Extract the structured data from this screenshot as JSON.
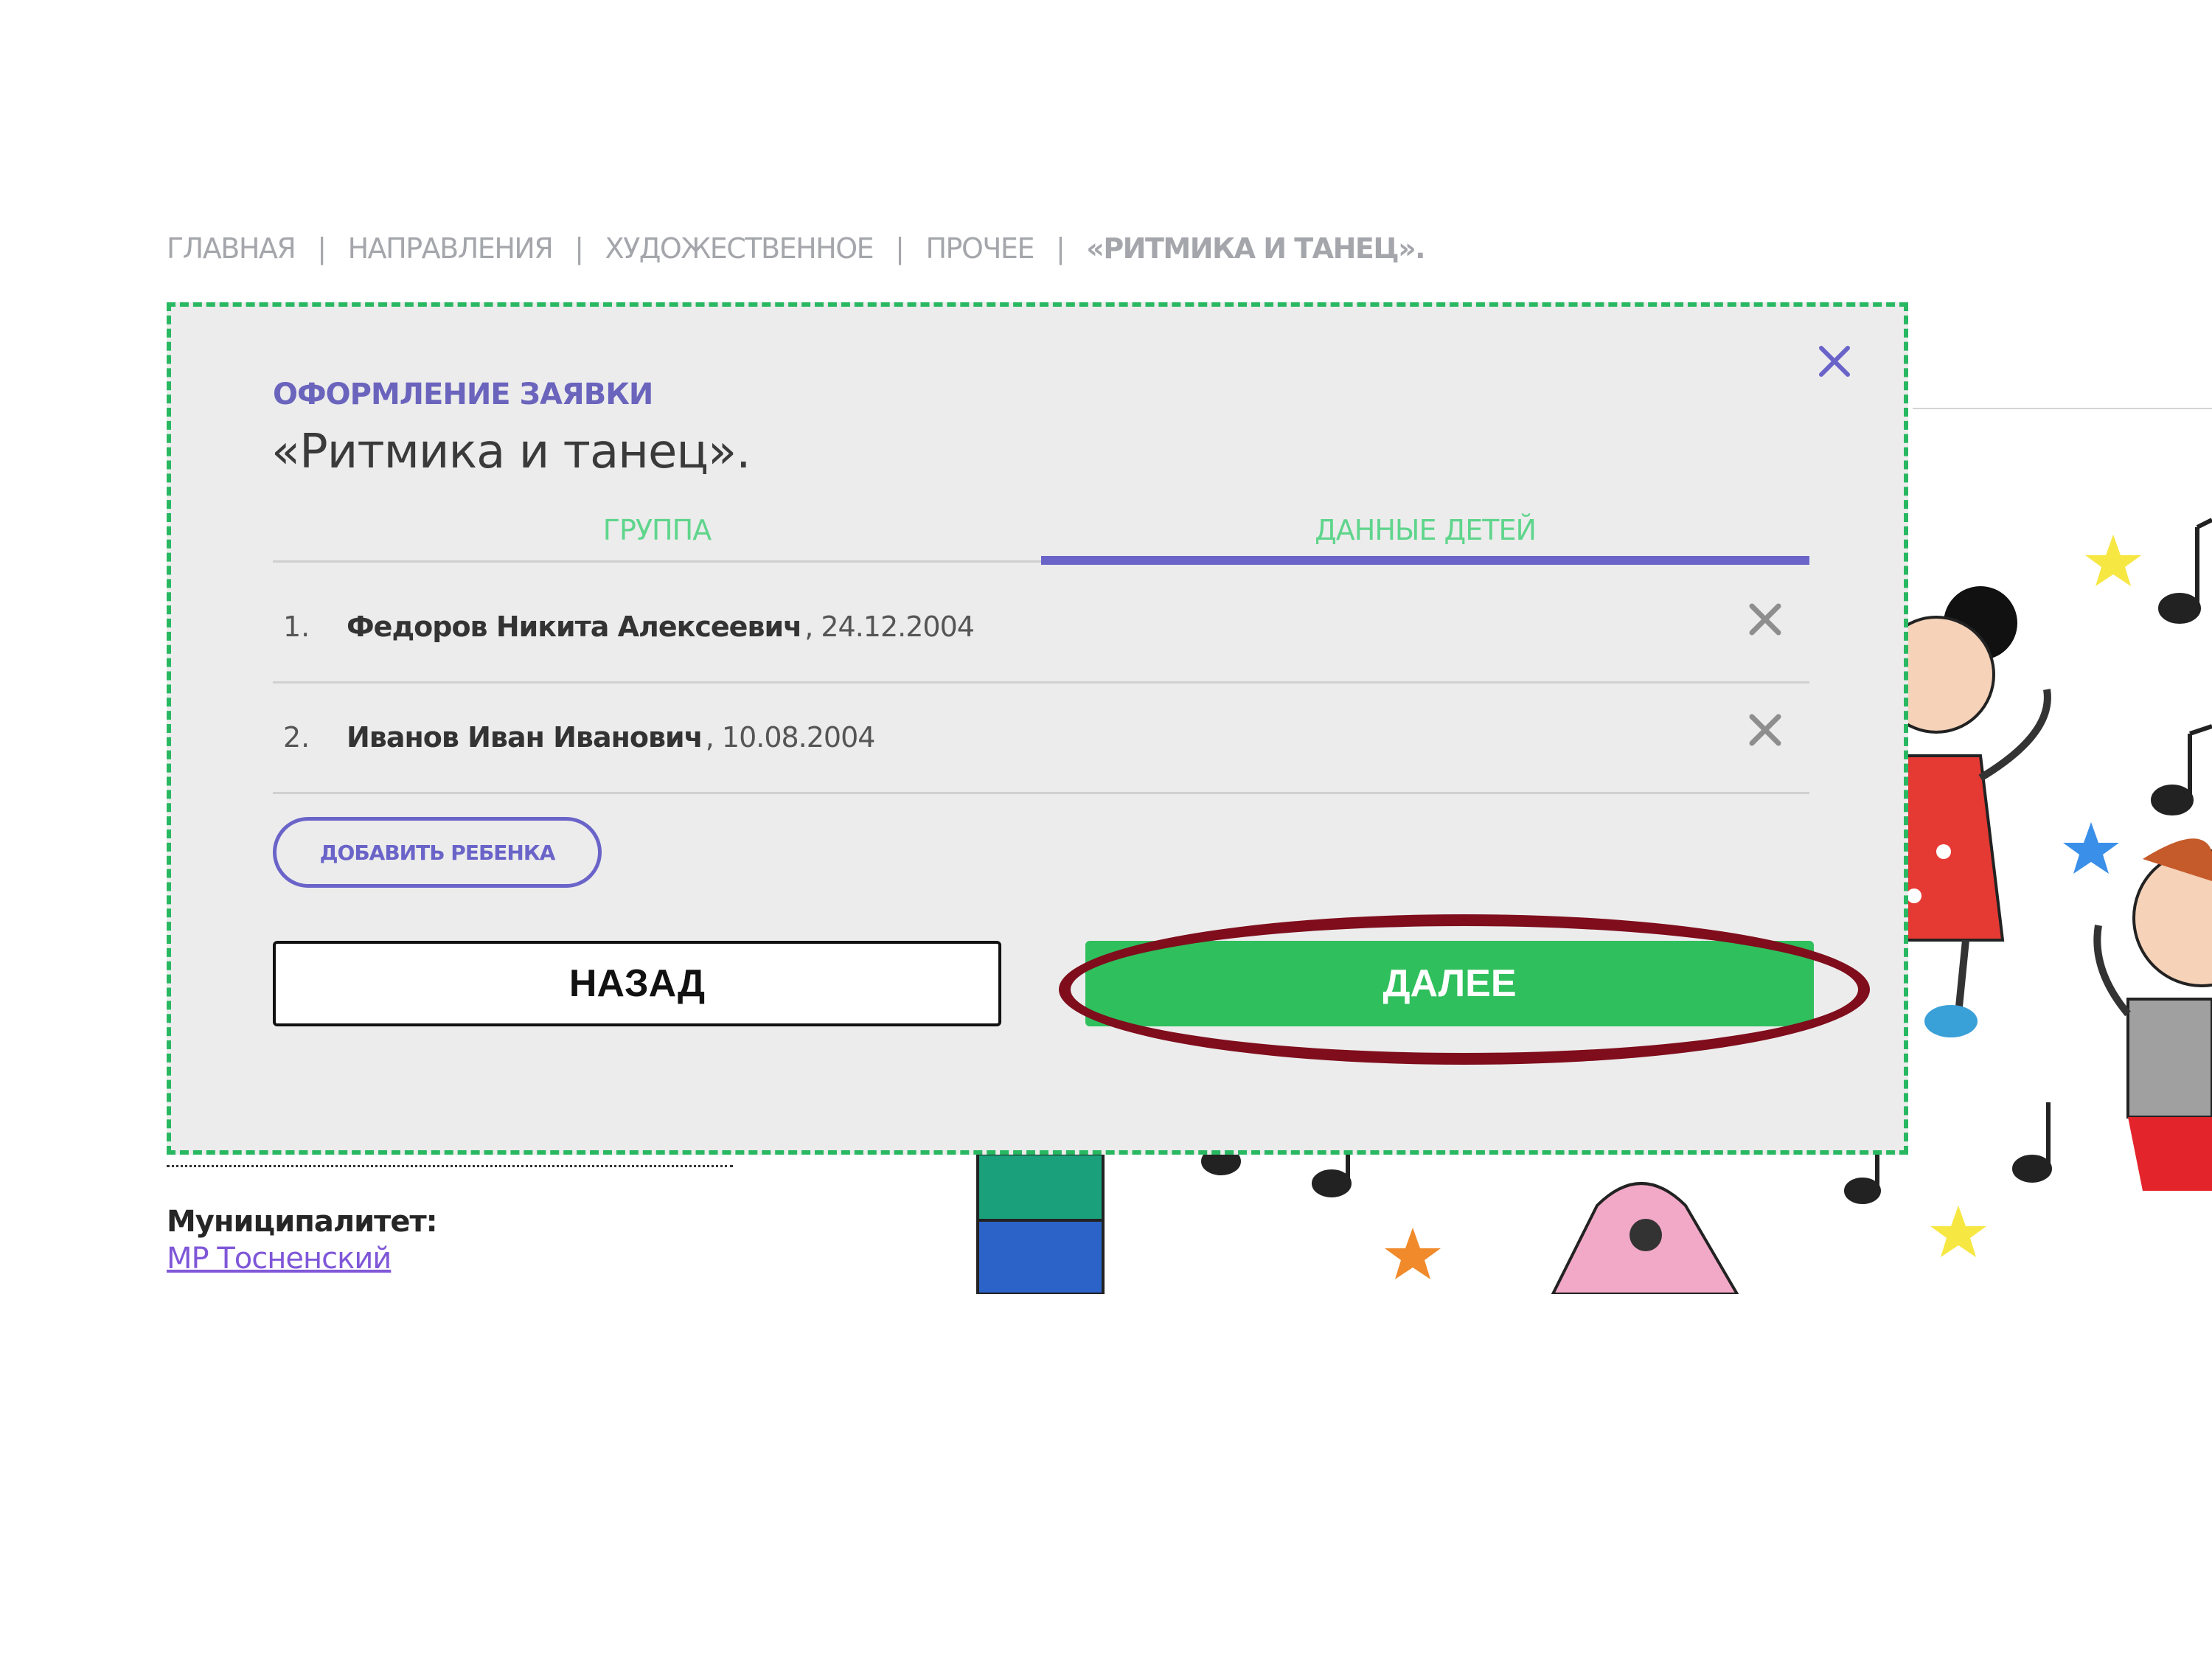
{
  "breadcrumb": {
    "items": [
      "ГЛАВНАЯ",
      "НАПРАВЛЕНИЯ",
      "ХУДОЖЕСТВЕННОЕ",
      "ПРОЧЕЕ"
    ],
    "current": "«РИТМИКА И ТАНЕЦ».",
    "separator": "|"
  },
  "dialog": {
    "subtitle": "ОФОРМЛЕНИЕ ЗАЯВКИ",
    "title": "«Ритмика и танец».",
    "tabs": [
      {
        "label": "ГРУППА",
        "active": false
      },
      {
        "label": "ДАННЫЕ ДЕТЕЙ",
        "active": true
      }
    ],
    "children": [
      {
        "num": "1.",
        "name": "Федоров Никита Алексеевич",
        "date": ", 24.12.2004"
      },
      {
        "num": "2.",
        "name": "Иванов Иван Иванович",
        "date": ", 10.08.2004"
      }
    ],
    "add_child_label": "ДОБАВИТЬ РЕБЕНКА",
    "back_label": "НАЗАД",
    "next_label": "ДАЛЕЕ"
  },
  "page": {
    "municipality_label": "Муниципалитет:",
    "municipality_value": "МР Тосненский"
  },
  "colors": {
    "accent_purple": "#6a64c9",
    "tab_green": "#5fd58c",
    "next_green": "#2fbf5c",
    "highlight_ring": "#7f0d1c",
    "dialog_border": "#29b862"
  },
  "icons": {
    "close": "close-icon",
    "remove_child": "remove-x-icon"
  }
}
